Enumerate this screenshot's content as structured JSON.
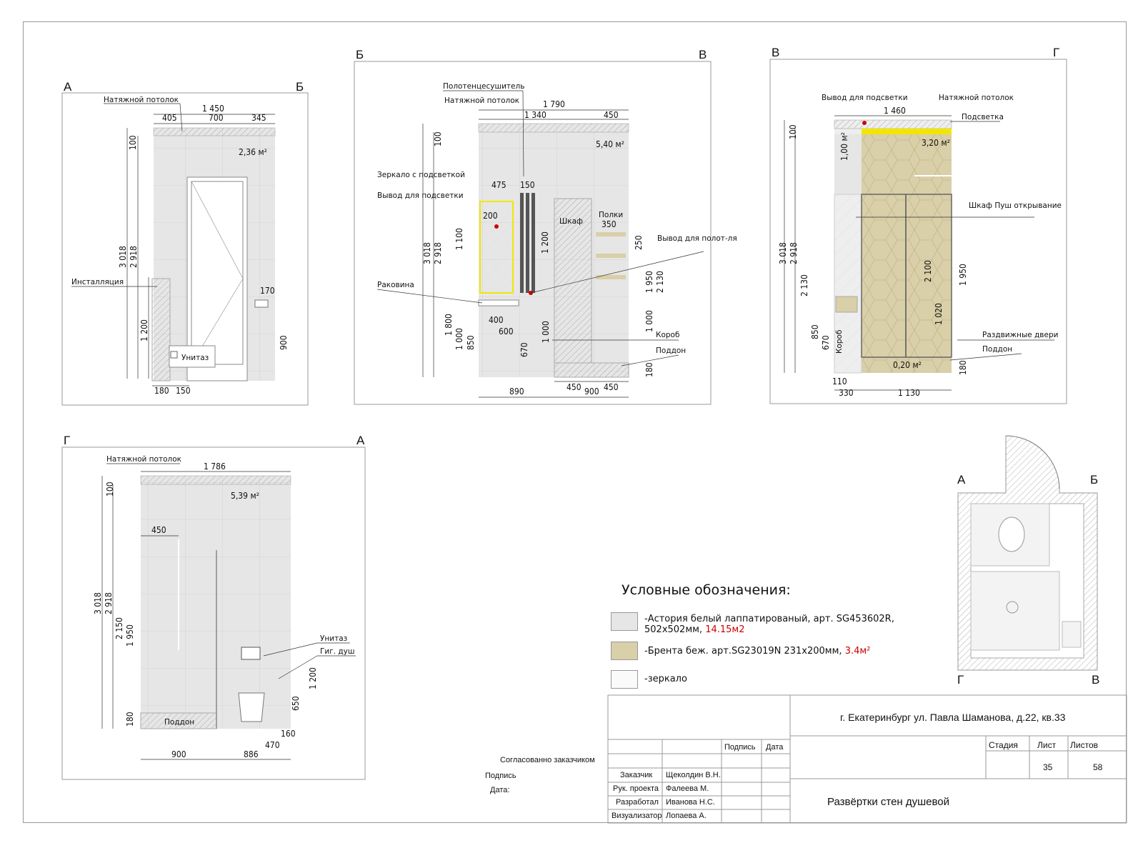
{
  "views": {
    "ab": {
      "corner_left": "А",
      "corner_right": "Б",
      "ceiling_label": "Натяжной потолок",
      "width_total": "1 450",
      "seg1": "405",
      "seg2": "700",
      "seg3": "345",
      "area": "2,36 м²",
      "h100": "100",
      "h3018": "3 018",
      "h2918": "2 918",
      "h1200": "1 200",
      "h900": "900",
      "install_label": "Инсталляция",
      "toilet_label": "Унитаз",
      "w170": "170",
      "b180": "180",
      "b150": "150"
    },
    "bv": {
      "corner_left": "Б",
      "corner_right": "В",
      "towel_label": "Полотенцесушитель",
      "ceiling_label": "Натяжной потолок",
      "width_total": "1 790",
      "seg1": "1 340",
      "seg2": "450",
      "area": "5,40 м²",
      "mirror_label": "Зеркало с подсветкой",
      "light_out_label": "Вывод для подсветки",
      "d475": "475",
      "d150": "150",
      "d200": "200",
      "cabinet_label": "Шкаф",
      "shelves_label": "Полки",
      "d350": "350",
      "towel_out_label": "Вывод для полот-ля",
      "sink_label": "Раковина",
      "h100": "100",
      "h3018": "3 018",
      "h2918": "2 918",
      "h1100": "1 100",
      "h1200": "1 200",
      "h1800": "1 800",
      "h1000a": "1 000",
      "h850": "850",
      "h670": "670",
      "h1000b": "1 000",
      "h250": "250",
      "h1950": "1 950",
      "h2130": "2 130",
      "h1000c": "1 000",
      "h180": "180",
      "d400": "400",
      "d600": "600",
      "box_label": "Короб",
      "tray_label": "Поддон",
      "d450a": "450",
      "d450b": "450",
      "d890": "890",
      "d900": "900"
    },
    "vg": {
      "corner_left": "В",
      "corner_right": "Г",
      "light_out_label": "Вывод для подсветки",
      "ceiling_label": "Натяжной потолок",
      "backlight_label": "Подсветка",
      "width_total": "1 460",
      "area_top": "1,00 м²",
      "area_main": "3,20 м²",
      "area_bottom": "0,20 м²",
      "cabinet_label": "Шкаф Пуш открывание",
      "h100": "100",
      "h3018": "3 018",
      "h2918": "2 918",
      "h2130": "2 130",
      "h850": "850",
      "h670": "670",
      "box_label": "Короб",
      "h2100": "2 100",
      "h1020": "1 020",
      "h1950": "1 950",
      "h180": "180",
      "sliding_label": "Раздвижные двери",
      "tray_label": "Поддон",
      "d110": "110",
      "d330": "330",
      "d1130": "1 130"
    },
    "ga": {
      "corner_left": "Г",
      "corner_right": "А",
      "ceiling_label": "Натяжной потолок",
      "width_total": "1 786",
      "area": "5,39 м²",
      "d450": "450",
      "h100": "100",
      "h3018": "3 018",
      "h2918": "2 918",
      "h2150": "2 150",
      "h1950": "1 950",
      "h180": "180",
      "tray_label": "Поддон",
      "toilet_label": "Унитаз",
      "hyg_label": "Гиг. душ",
      "h1200": "1 200",
      "h650": "650",
      "d160": "160",
      "d470": "470",
      "d900": "900",
      "d886": "886"
    }
  },
  "plan": {
    "a": "А",
    "b": "Б",
    "v": "В",
    "g": "Г"
  },
  "legend": {
    "title": "Условные обозначения:",
    "item1_text": "-Астория белый лаппатированый, арт. SG453602R, 502х502мм,",
    "item1_qty": "14.15м2",
    "item2_text": "-Брента беж. арт.SG23019N 231х200мм,",
    "item2_qty": "3.4м²",
    "item3_text": "-зеркало"
  },
  "title_block": {
    "address": "г. Екатеринбург ул. Павла Шаманова, д.22, кв.33",
    "col_sign": "Подпись",
    "col_date": "Дата",
    "stage": "Стадия",
    "sheet": "Лист",
    "sheets": "Листов",
    "sheet_num": "35",
    "sheets_num": "58",
    "customer_role": "Заказчик",
    "customer_name": "Щеколдин В.Н.",
    "lead_role": "Рук. проекта",
    "lead_name": "Фалеева М.",
    "dev_role": "Разработал",
    "dev_name": "Иванова Н.С.",
    "vis_role": "Визуализатор",
    "vis_name": "Лопаева А.",
    "drawing_title": "Развёртки стен душевой",
    "approved": "Согласованно заказчиком",
    "signature": "Подпись",
    "date": "Дата:"
  },
  "colors": {
    "tile_white": "#e6e6e6",
    "tile_beige": "#d9cfa8",
    "highlight": "#f2e600",
    "towel_rail": "#555555",
    "marker": "#cc0000"
  }
}
